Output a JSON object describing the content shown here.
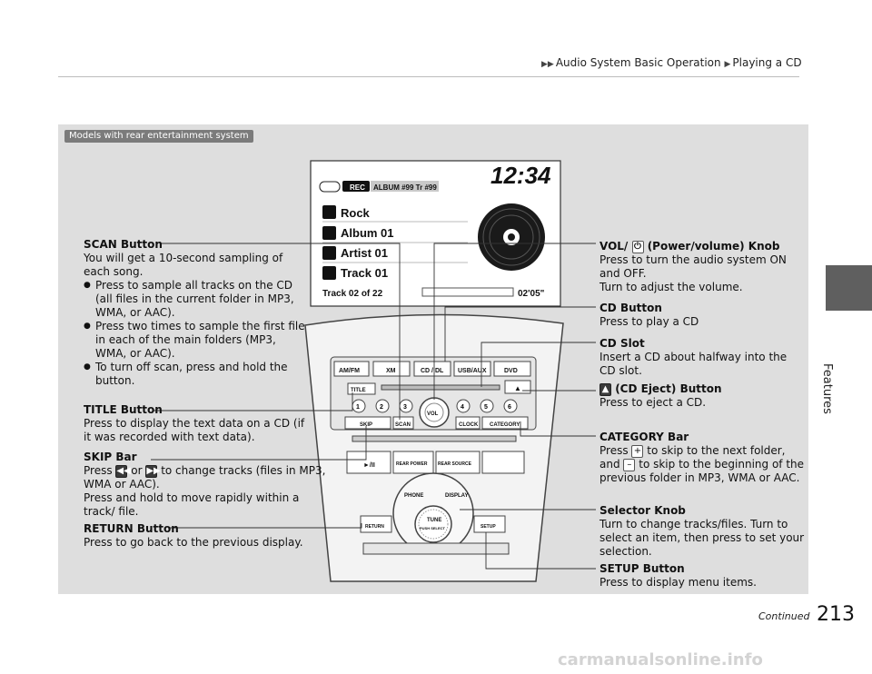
{
  "header": {
    "breadcrumb_a": "Audio System Basic Operation",
    "breadcrumb_b": "Playing a CD",
    "side_label": "Features"
  },
  "model_tag": "Models with rear entertainment system",
  "display": {
    "clock": "12:34",
    "status_badge": "REC",
    "status_info": "ALBUM #99   Tr   #99",
    "genre": "Rock",
    "album": "Album 01",
    "artist": "Artist 01",
    "track": "Track 01",
    "track_position": "Track 02 of 22",
    "elapsed": "02'05\""
  },
  "unit": {
    "am_fm": "AM/FM",
    "xm": "XM",
    "cd_xm": "CD / DL",
    "usb_aux": "USB/AUX",
    "dvd": "DVD",
    "title": "TITLE",
    "skip": "SKIP",
    "scan": "SCAN",
    "vol": "VOL",
    "clock": "CLOCK",
    "category": "CATEGORY",
    "presets": [
      "1",
      "2",
      "3",
      "4",
      "5",
      "6"
    ],
    "play": "►/II",
    "rear_power": "REAR POWER",
    "rear_source": "REAR SOURCE",
    "phone": "PHONE",
    "display": "DISPLAY",
    "tune": "TUNE",
    "push_select": "PUSH SELECT",
    "return": "RETURN",
    "setup": "SETUP",
    "eject": "▲"
  },
  "annotations": {
    "scan": {
      "title": "SCAN Button",
      "intro": "You will get a 10-second sampling of each song.",
      "bullets": [
        "Press to sample all tracks on the CD (all files in the current folder in MP3, WMA, or AAC).",
        "Press two times to sample the first file in each of the main folders (MP3, WMA, or AAC).",
        "To turn off scan, press and hold the button."
      ]
    },
    "title_btn": {
      "title": "TITLE Button",
      "body": "Press to display the text data on a CD (if it was recorded with text data)."
    },
    "skip": {
      "title": "SKIP Bar",
      "body_a": "Press",
      "body_or": "or",
      "body_b": "to change tracks (files in MP3, WMA or AAC).",
      "body_c": "Press and hold to move rapidly within a track/ file."
    },
    "return_btn": {
      "title": "RETURN Button",
      "body": "Press to go back to the previous display."
    },
    "vol": {
      "title_a": "VOL/",
      "title_b": "(Power/volume) Knob",
      "body_a": "Press to turn the audio system ON and OFF.",
      "body_b": "Turn to adjust the volume."
    },
    "cd_button": {
      "title": "CD Button",
      "body": "Press to play a CD"
    },
    "cd_slot": {
      "title": "CD Slot",
      "body": "Insert a CD about halfway into the CD slot."
    },
    "eject": {
      "title": "(CD Eject) Button",
      "body": "Press to eject a CD."
    },
    "category": {
      "title": "CATEGORY Bar",
      "body_a": "Press",
      "body_b": "to skip to the next folder, and",
      "body_c": "to skip to the beginning of the previous folder in MP3, WMA or AAC.",
      "plus": "+",
      "minus": "–"
    },
    "selector": {
      "title": "Selector Knob",
      "body": "Turn to change tracks/files. Turn to select an item, then press to set your selection."
    },
    "setup": {
      "title": "SETUP Button",
      "body": "Press to display menu items."
    }
  },
  "footer": {
    "continued": "Continued",
    "page_number": "213",
    "watermark": "carmanualsonline.info"
  }
}
